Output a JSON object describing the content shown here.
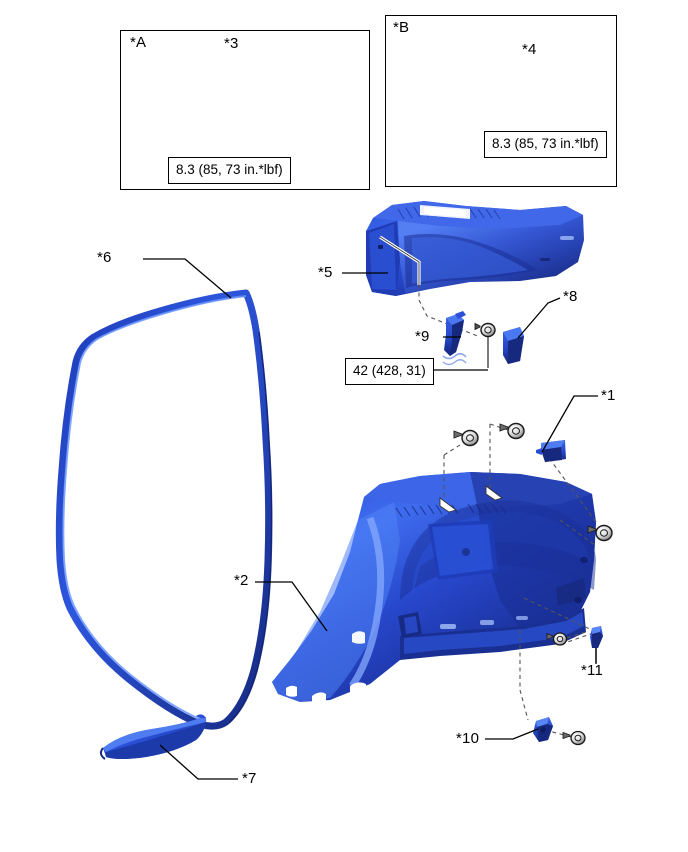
{
  "diagram": {
    "title": "Rear Door Quarter Trim Exploded Parts Diagram",
    "background": "#ffffff",
    "part_color": "#2a4fd6",
    "part_color_light": "#4f7cf0",
    "part_color_dark": "#16297e",
    "line_color": "#000000"
  },
  "insets": [
    {
      "id": "A",
      "label": "*A"
    },
    {
      "id": "B",
      "label": "*B"
    }
  ],
  "callouts": {
    "a3": {
      "label": "*3"
    },
    "b4": {
      "label": "*4"
    },
    "n1": {
      "label": "*1"
    },
    "n2": {
      "label": "*2"
    },
    "n5": {
      "label": "*5"
    },
    "n6": {
      "label": "*6"
    },
    "n7": {
      "label": "*7"
    },
    "n8": {
      "label": "*8"
    },
    "n9": {
      "label": "*9"
    },
    "n10": {
      "label": "*10"
    },
    "n11": {
      "label": "*11"
    }
  },
  "torque_specs": {
    "inset_a": "8.3 (85, 73 in.*lbf)",
    "inset_b": "8.3 (85, 73 in.*lbf)",
    "part_9": "42 (428, 31)"
  }
}
